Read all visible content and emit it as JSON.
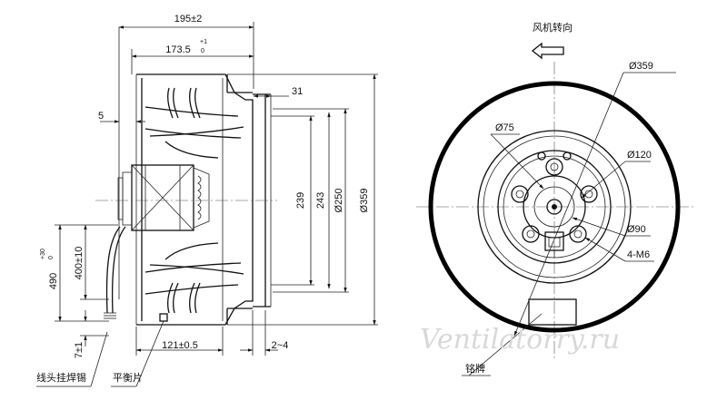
{
  "side_view": {
    "dimensions": {
      "overall_depth": "195±2",
      "inner_depth": "173.5",
      "inner_depth_tol_upper": "+1",
      "inner_depth_tol_lower": "0",
      "lip": "31",
      "offset_5": "5",
      "d239": "239",
      "d243": "243",
      "d250": "Ø250",
      "d359": "Ø359",
      "h490": "490",
      "h490_tol_upper": "+30",
      "h490_tol_lower": "0",
      "h400": "400±10",
      "d7": "7±1",
      "d121": "121±0.5",
      "gap": "2~4"
    },
    "labels": {
      "lead_wire": "线头挂焊锡",
      "balance_clip": "平衡片"
    }
  },
  "front_view": {
    "rotation_label": "风机转向",
    "dimensions": {
      "outer": "Ø359",
      "d75": "Ø75",
      "d120": "Ø120",
      "d90": "Ø90",
      "holes": "4-M6"
    },
    "nameplate_label": "铭牌"
  },
  "watermark": "Ventilatorry.ru"
}
